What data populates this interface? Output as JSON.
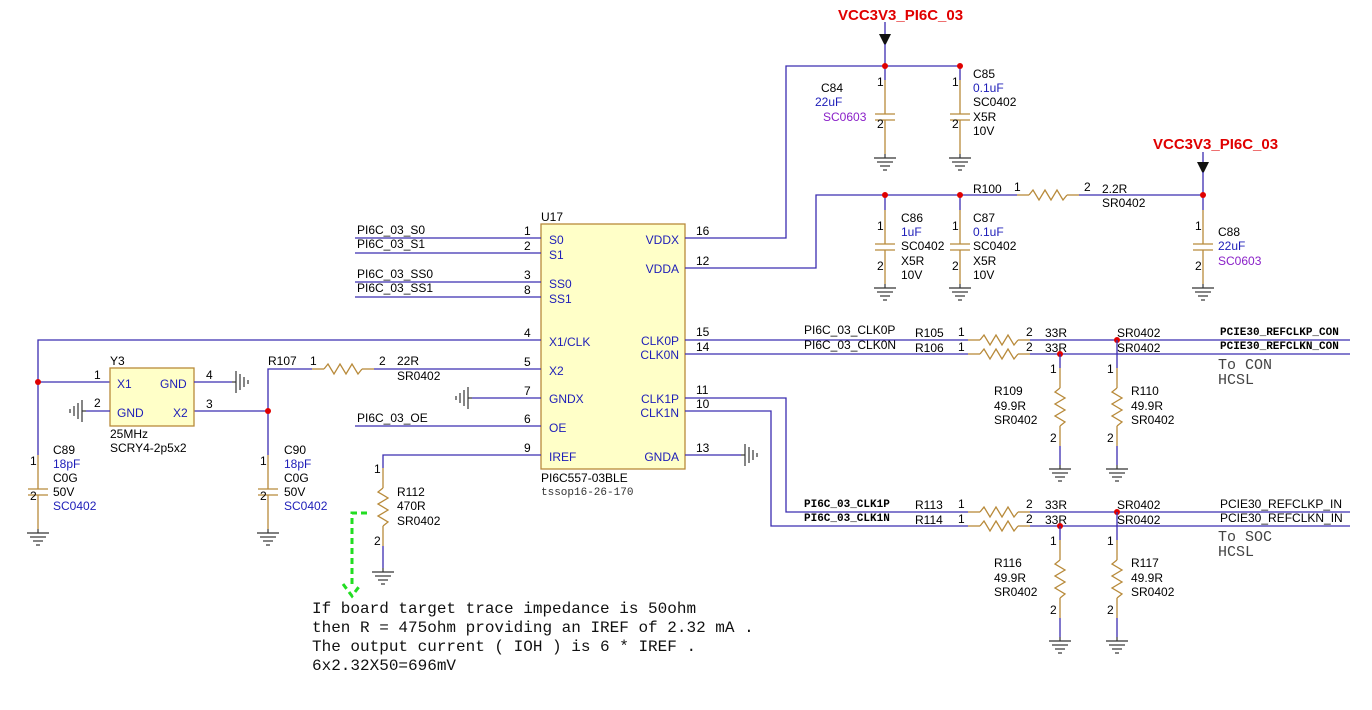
{
  "power": {
    "net": "VCC3V3_PI6C_03"
  },
  "u17": {
    "ref": "U17",
    "part": "PI6C557-03BLE",
    "package": "tssop16-26-170",
    "pins": [
      {
        "num": "1",
        "name": "S0"
      },
      {
        "num": "2",
        "name": "S1"
      },
      {
        "num": "3",
        "name": "SS0"
      },
      {
        "num": "8",
        "name": "SS1"
      },
      {
        "num": "4",
        "name": "X1/CLK"
      },
      {
        "num": "5",
        "name": "X2"
      },
      {
        "num": "7",
        "name": "GNDX"
      },
      {
        "num": "6",
        "name": "OE"
      },
      {
        "num": "9",
        "name": "IREF"
      },
      {
        "num": "16",
        "name": "VDDX"
      },
      {
        "num": "12",
        "name": "VDDA"
      },
      {
        "num": "15",
        "name": "CLK0P"
      },
      {
        "num": "14",
        "name": "CLK0N"
      },
      {
        "num": "11",
        "name": "CLK1P"
      },
      {
        "num": "10",
        "name": "CLK1N"
      },
      {
        "num": "13",
        "name": "GNDA"
      }
    ]
  },
  "nets": {
    "s0": "PI6C_03_S0",
    "s1": "PI6C_03_S1",
    "ss0": "PI6C_03_SS0",
    "ss1": "PI6C_03_SS1",
    "oe": "PI6C_03_OE",
    "clk0p": "PI6C_03_CLK0P",
    "clk0n": "PI6C_03_CLK0N",
    "clk1p": "PI6C_03_CLK1P",
    "clk1n": "PI6C_03_CLK1N",
    "con_p": "PCIE30_REFCLKP_CON",
    "con_n": "PCIE30_REFCLKN_CON",
    "in_p": "PCIE30_REFCLKP_IN",
    "in_n": "PCIE30_REFCLKN_IN"
  },
  "crystal": {
    "ref": "Y3",
    "freq": "25MHz",
    "part": "SCRY4-2p5x2",
    "pin1": "1",
    "pin2": "2",
    "pin3": "3",
    "pin4": "4",
    "x1": "X1",
    "gnd": "GND",
    "x2": "X2"
  },
  "caps": {
    "c84": {
      "ref": "C84",
      "value": "22uF",
      "pkg": "SC0603"
    },
    "c85": {
      "ref": "C85",
      "value": "0.1uF",
      "pkg": "SC0402",
      "dielectric": "X5R",
      "voltage": "10V"
    },
    "c86": {
      "ref": "C86",
      "value": "1uF",
      "pkg": "SC0402",
      "dielectric": "X5R",
      "voltage": "10V"
    },
    "c87": {
      "ref": "C87",
      "value": "0.1uF",
      "pkg": "SC0402",
      "dielectric": "X5R",
      "voltage": "10V"
    },
    "c88": {
      "ref": "C88",
      "value": "22uF",
      "pkg": "SC0603"
    },
    "c89": {
      "ref": "C89",
      "value": "18pF",
      "dielectric": "C0G",
      "voltage": "50V",
      "pkg": "SC0402"
    },
    "c90": {
      "ref": "C90",
      "value": "18pF",
      "dielectric": "C0G",
      "voltage": "50V",
      "pkg": "SC0402"
    }
  },
  "resistors": {
    "r100": {
      "ref": "R100",
      "value": "2.2R",
      "pkg": "SR0402"
    },
    "r107": {
      "ref": "R107",
      "value": "22R",
      "pkg": "SR0402"
    },
    "r112": {
      "ref": "R112",
      "value": "470R",
      "pkg": "SR0402"
    },
    "r105": {
      "ref": "R105",
      "value": "33R",
      "pkg": "SR0402"
    },
    "r106": {
      "ref": "R106",
      "value": "33R",
      "pkg": "SR0402"
    },
    "r113": {
      "ref": "R113",
      "value": "33R",
      "pkg": "SR0402"
    },
    "r114": {
      "ref": "R114",
      "value": "33R",
      "pkg": "SR0402"
    },
    "r109": {
      "ref": "R109",
      "value": "49.9R",
      "pkg": "SR0402"
    },
    "r110": {
      "ref": "R110",
      "value": "49.9R",
      "pkg": "SR0402"
    },
    "r116": {
      "ref": "R116",
      "value": "49.9R",
      "pkg": "SR0402"
    },
    "r117": {
      "ref": "R117",
      "value": "49.9R",
      "pkg": "SR0402"
    }
  },
  "pin_one": "1",
  "pin_two": "2",
  "labels": {
    "to_con": "To CON",
    "to_soc": "To SOC",
    "hcsl": "HCSL"
  },
  "note": [
    "If board target trace impedance is 50ohm",
    "then R = 475ohm providing an IREF of 2.32 mA .",
    "The output current ( IOH ) is 6 * IREF .",
    "6x2.32X50=696mV"
  ]
}
